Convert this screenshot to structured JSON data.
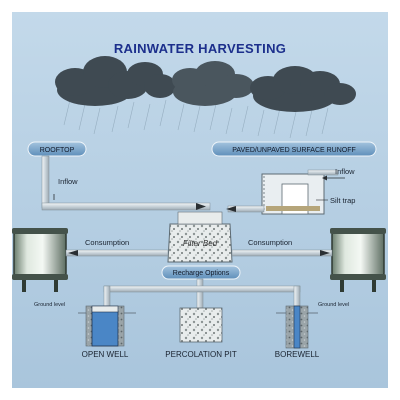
{
  "title": "RAINWATER HARVESTING",
  "labels": {
    "rooftop": "ROOFTOP",
    "surface_runoff": "PAVED/UNPAVED SURFACE RUNOFF",
    "inflow_left": "Inflow",
    "inflow_right": "Inflow",
    "silt_trap": "Silt trap",
    "filter_bed": "Filter Bed",
    "consumption_left": "Consumption",
    "consumption_right": "Consumption",
    "recharge_options": "Recharge Options",
    "ground_level_left": "Ground level",
    "ground_level_right": "Ground level",
    "open_well": "OPEN WELL",
    "percolation_pit": "PERCOLATION PIT",
    "borewell": "BOREWELL"
  },
  "colors": {
    "background": "#b7d1e4",
    "title": "#1c2f8c",
    "cloud": "#3f4a52",
    "pipe": "#d4dde2",
    "pill": "#6f9cc2",
    "water": "#4a86c6"
  }
}
